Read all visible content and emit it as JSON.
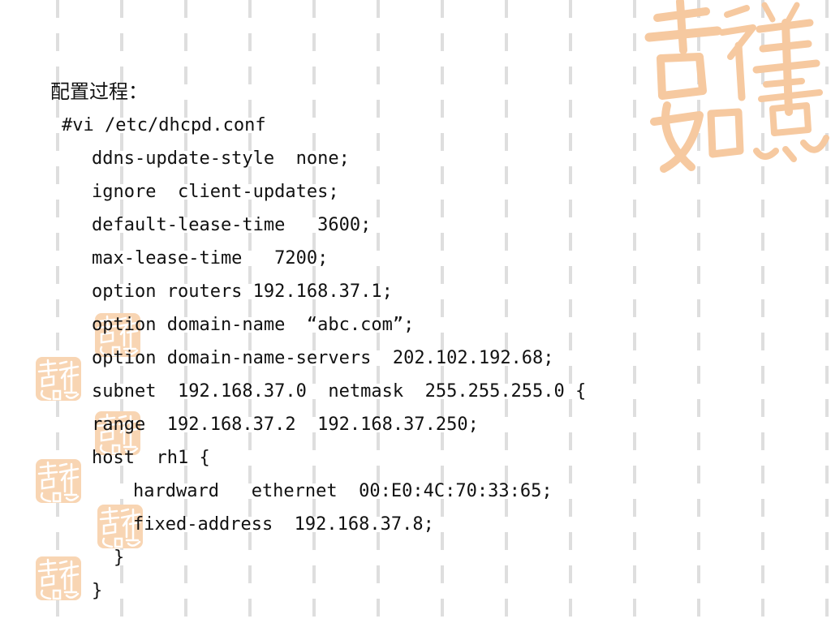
{
  "slide": {
    "heading": "配置过程：",
    "command": "#vi /etc/dhcpd.conf",
    "config_lines": [
      "ddns-update-style  none;",
      "ignore  client-updates;",
      "default-lease-time   3600;",
      "max-lease-time   7200;",
      "option routers 192.168.37.1;",
      "option domain-name  “abc.com”;",
      "option domain-name-servers  202.102.192.68;",
      "subnet  192.168.37.0  netmask  255.255.255.0 {",
      "range  192.168.37.2  192.168.37.250;",
      "host  rh1 {"
    ],
    "host_lines": [
      "hardward   ethernet  00:E0:4C:70:33:65;",
      "fixed-address  192.168.37.8;"
    ],
    "host_close": "}",
    "subnet_close": "}"
  },
  "decor": {
    "seal_text": "吉祥如意",
    "seal_color": "#f6c9a0",
    "stripe_color": "#dedede"
  }
}
